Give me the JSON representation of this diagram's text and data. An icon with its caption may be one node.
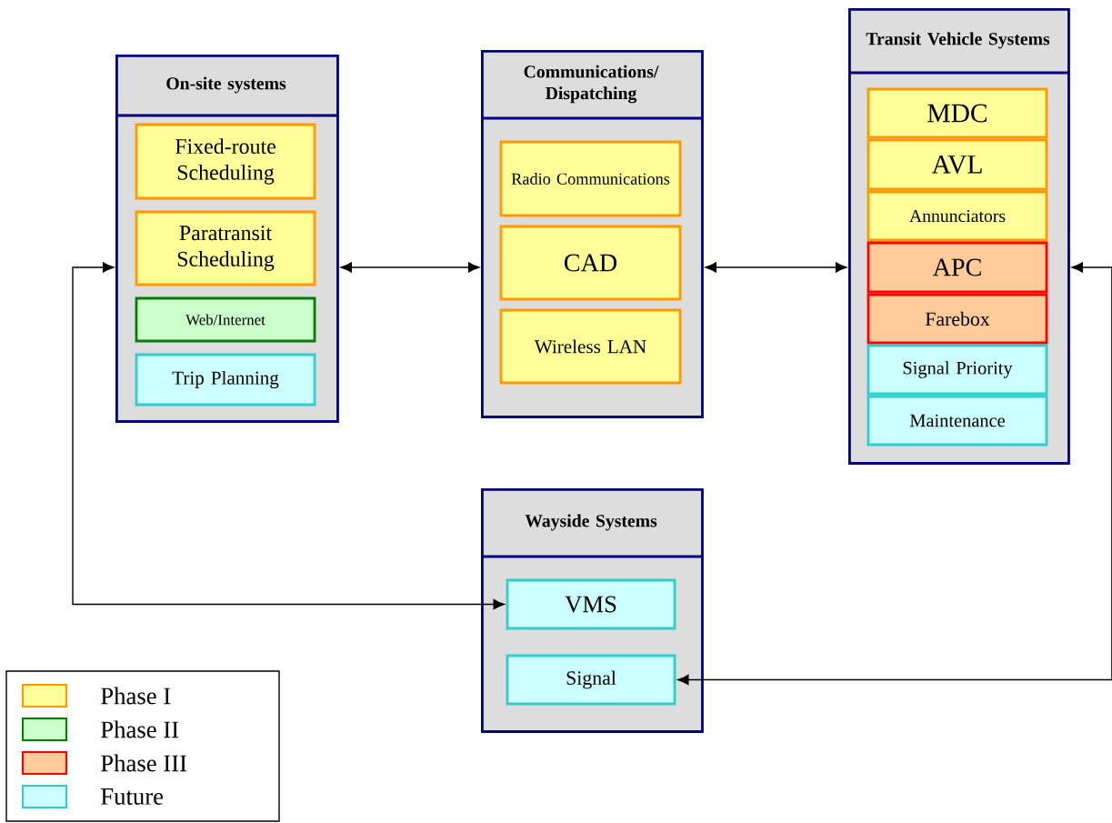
{
  "diagram": {
    "nodes": [
      {
        "text": [
          "On-site systems"
        ]
      },
      {
        "text": [
          "Fixed-route Scheduling"
        ],
        "in": 0
      },
      {
        "text": [
          "Paratransit Scheduling"
        ],
        "in": 0
      },
      {
        "text": [
          "Web/Internet"
        ],
        "in": 0
      },
      {
        "text": [
          "Trip Planning"
        ],
        "in": 0
      },
      {
        "text": [
          "Communications/ Dispatching"
        ]
      },
      {
        "text": [
          "Radio Communications"
        ],
        "in": 5
      },
      {
        "text": [
          "CAD"
        ],
        "in": 5
      },
      {
        "text": [
          "Wireless LAN"
        ],
        "in": 5
      },
      {
        "text": [
          "Transit Vehicle Systems"
        ]
      },
      {
        "text": [
          "MDC"
        ],
        "in": 9
      },
      {
        "text": [
          "AVL"
        ],
        "in": 9
      },
      {
        "text": [
          "Annunciators"
        ],
        "in": 9
      },
      {
        "text": [
          "APC"
        ],
        "in": 9
      },
      {
        "text": [
          "Farebox"
        ],
        "in": 9
      },
      {
        "text": [
          "Signal Priority"
        ],
        "in": 9
      },
      {
        "text": [
          "Maintenance"
        ],
        "in": 9
      },
      {
        "text": [
          "Wayside Systems"
        ]
      },
      {
        "text": [
          "VMS"
        ],
        "in": 17
      },
      {
        "text": [
          "Signal"
        ],
        "in": 17
      }
    ],
    "edges": [
      {
        "from": 0,
        "to": 5,
        "arrow": "both"
      },
      {
        "from": 5,
        "to": 9,
        "arrow": "both"
      },
      {
        "from": 0,
        "to": 18,
        "arrow": "both"
      },
      {
        "from": 9,
        "to": 19,
        "arrow": "both"
      }
    ],
    "legend": [
      {
        "text": "Phase I",
        "color": "#ffff99"
      },
      {
        "text": "Phase II",
        "color": "#ccffcc"
      },
      {
        "text": "Phase III",
        "color": "#ffcc99"
      },
      {
        "text": "Future",
        "color": "#ccffff"
      }
    ]
  }
}
